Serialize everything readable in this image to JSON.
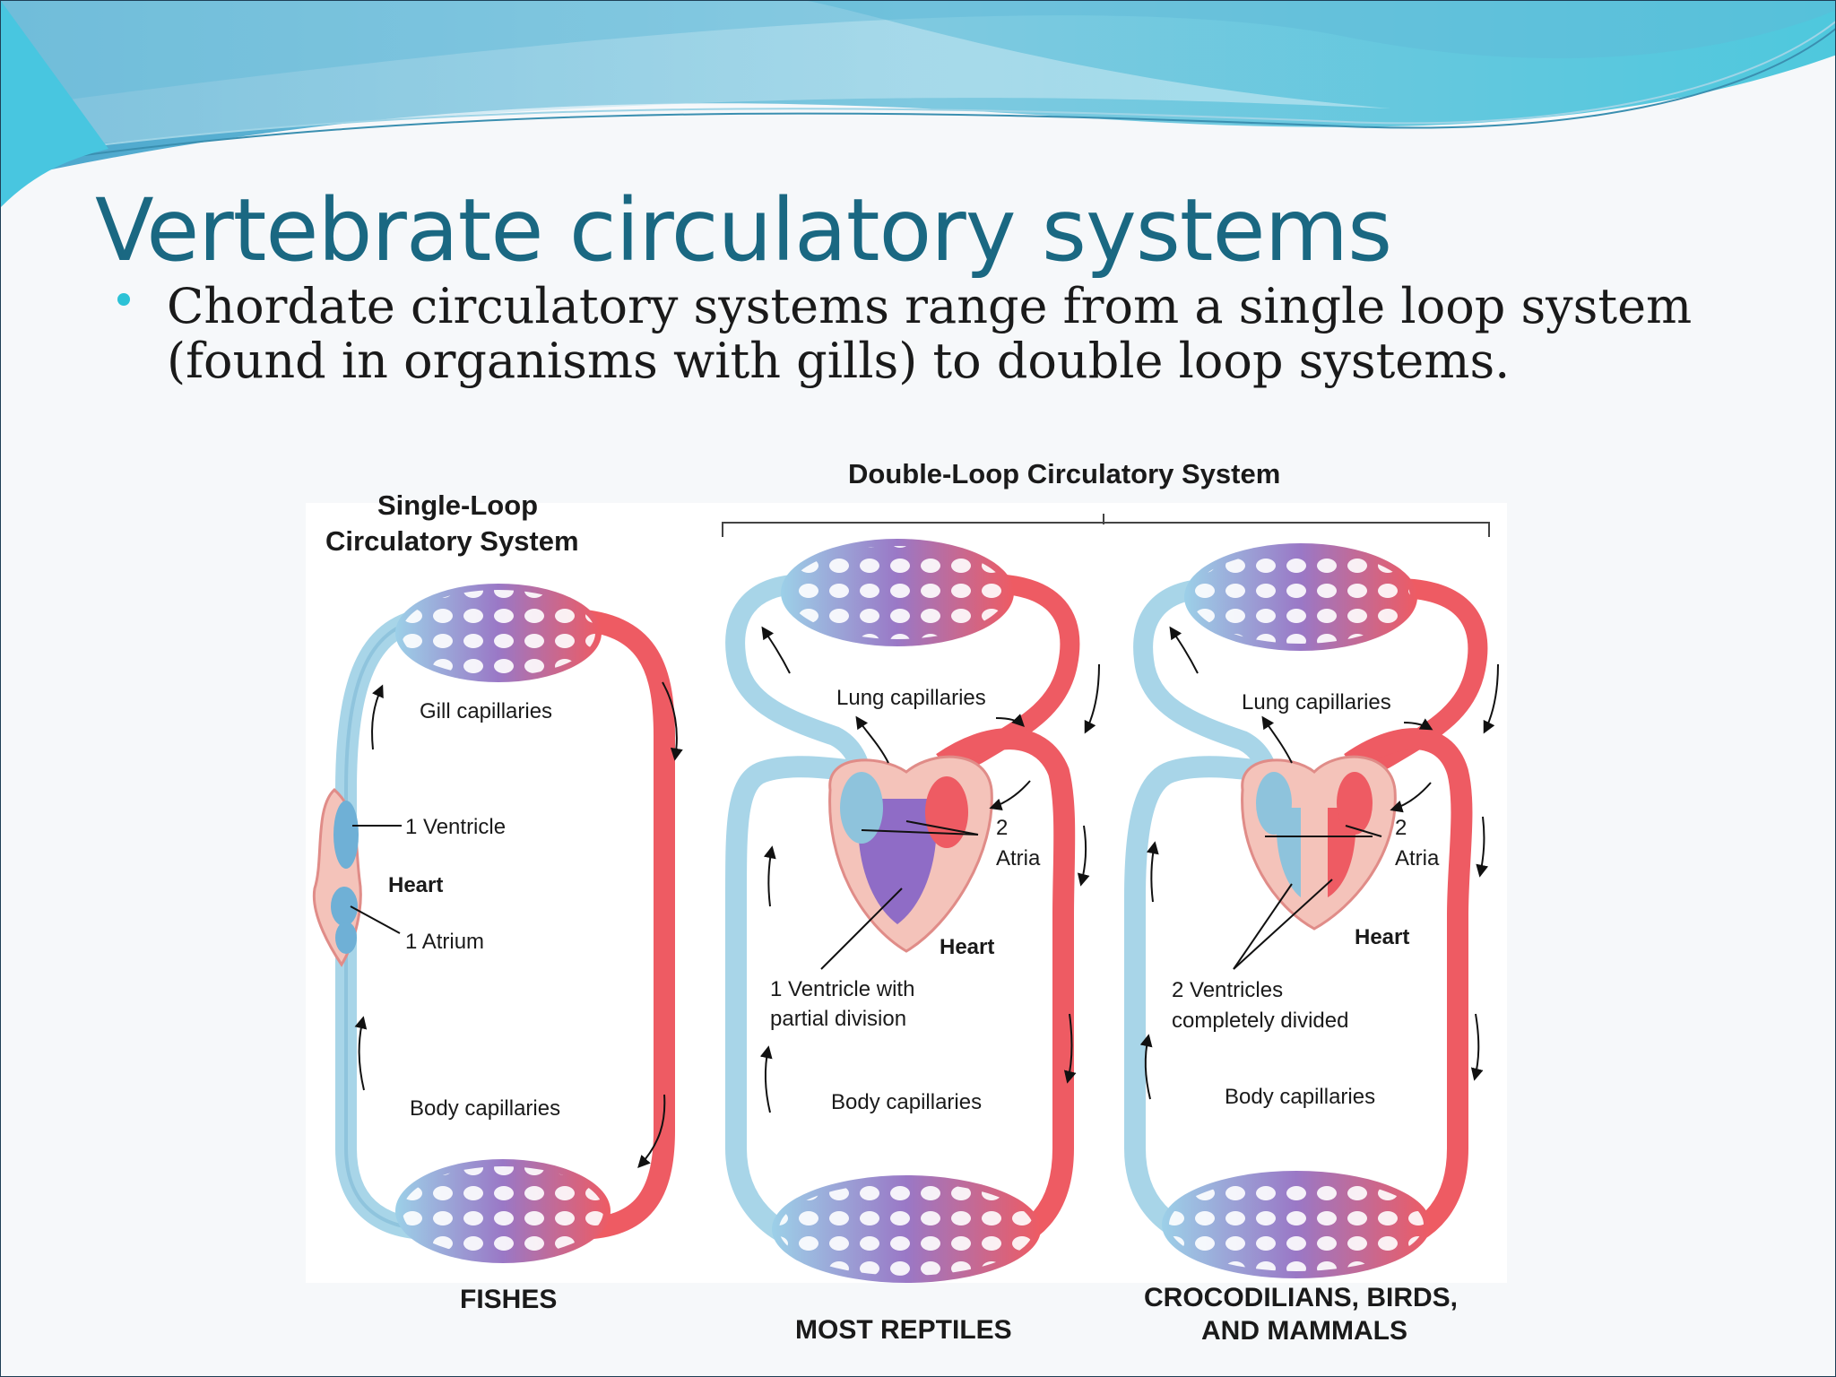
{
  "slide": {
    "title": "Vertebrate circulatory systems",
    "bullet_line_1": "Chordate circulatory systems range from a single loop system",
    "bullet_line_2": "(found in organisms with gills) to double loop systems."
  },
  "diagram": {
    "double_loop_header": "Double-Loop Circulatory System",
    "single_loop_header_line_1": "Single-Loop",
    "single_loop_header_line_2": "Circulatory System",
    "fish": {
      "caption": "FISHES",
      "gill_capillaries": "Gill capillaries",
      "ventricle": "1 Ventricle",
      "heart": "Heart",
      "atrium": "1 Atrium",
      "body_capillaries": "Body capillaries"
    },
    "reptile": {
      "caption": "MOST REPTILES",
      "lung_capillaries": "Lung capillaries",
      "atria_number": "2",
      "atria": "Atria",
      "heart": "Heart",
      "ventricle_line_1": "1 Ventricle with",
      "ventricle_line_2": "partial division",
      "body_capillaries": "Body capillaries"
    },
    "mammal": {
      "caption_line_1": "CROCODILIANS, BIRDS,",
      "caption_line_2": "AND MAMMALS",
      "lung_capillaries": "Lung capillaries",
      "atria_number": "2",
      "atria": "Atria",
      "heart": "Heart",
      "ventricle_line_1": "2 Ventricles",
      "ventricle_line_2": "completely divided",
      "body_capillaries": "Body capillaries"
    }
  },
  "colors": {
    "title": "#1a6882",
    "bullet": "#2cc2d6",
    "oxygenated": "#ee5b63",
    "deoxygenated": "#8ec3dc",
    "mixed": "#9a78c6"
  }
}
